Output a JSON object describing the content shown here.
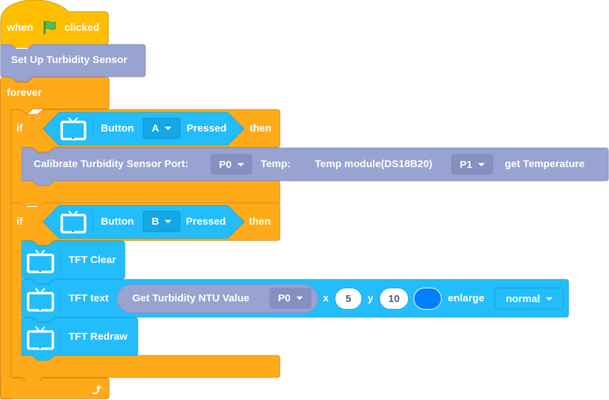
{
  "hat_block": {
    "when": "when",
    "flag_icon": "green-flag-icon",
    "clicked": "clicked"
  },
  "setup_block": {
    "label": "Set Up Turbidity Sensor"
  },
  "forever_block": {
    "label": "forever",
    "loop_icon": "loop-arrow-icon"
  },
  "if_a": {
    "if": "if",
    "condition": {
      "icon": "tft-screen-icon",
      "button": "Button",
      "value": "A",
      "pressed": "Pressed"
    },
    "then": "then",
    "body": {
      "label": "Calibrate Turbidity Sensor Port:",
      "port": "P0",
      "temp_label": "Temp:",
      "temp_reporter": "Temp module(DS18B20)",
      "temp_port": "P1",
      "get_temp": "get Temperature"
    }
  },
  "if_b": {
    "if": "if",
    "condition": {
      "icon": "tft-screen-icon",
      "button": "Button",
      "value": "B",
      "pressed": "Pressed"
    },
    "then": "then",
    "body": [
      {
        "label": "TFT Clear"
      },
      {
        "label": "TFT text",
        "reporter": "Get Turbidity NTU Value",
        "reporter_port": "P0",
        "x_label": "x",
        "x_value": "5",
        "y_label": "y",
        "y_value": "10",
        "color": "#0080FF",
        "enlarge_label": "enlarge",
        "enlarge_value": "normal"
      },
      {
        "label": "TFT Redraw"
      }
    ]
  },
  "colors": {
    "events": "#FFBF00",
    "control": "#FFAB19",
    "sensor": "#99A3D1",
    "tft": "#24BDFB"
  }
}
